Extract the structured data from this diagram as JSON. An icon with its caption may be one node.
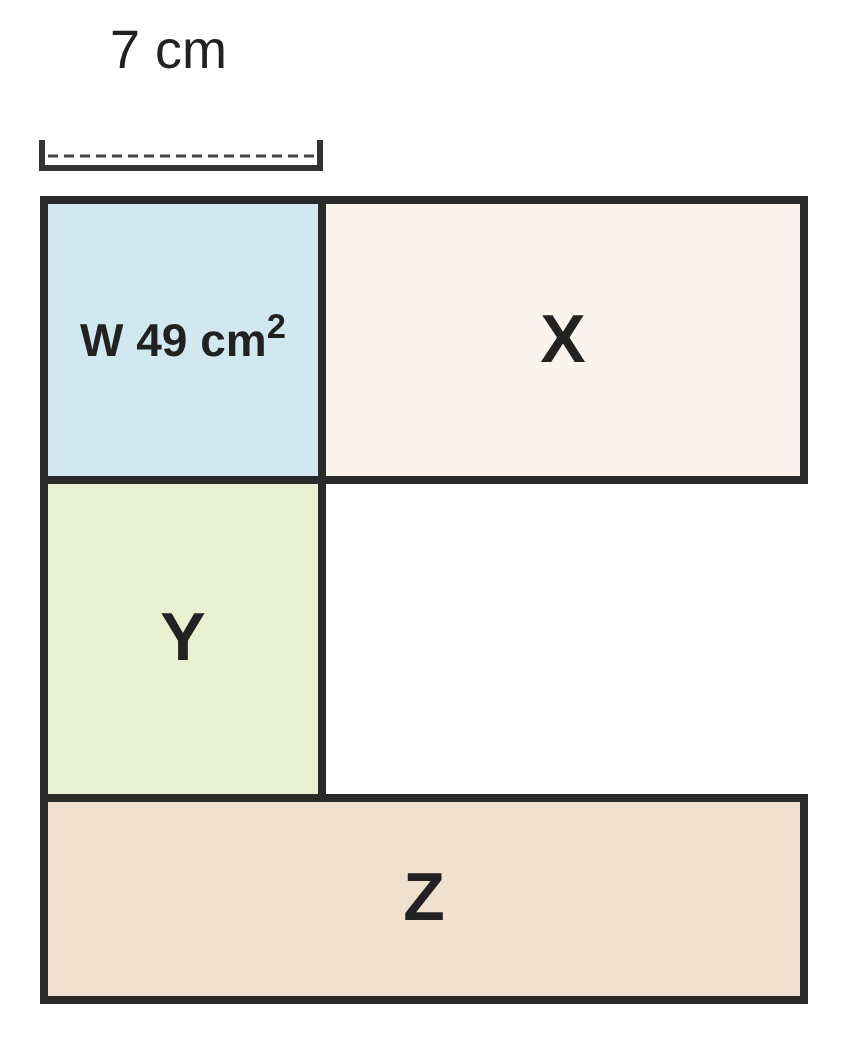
{
  "diagram": {
    "nodes": [
      {
        "text": [
          "W 49 cm$^{2}$"
        ]
      },
      {
        "text": [
          "X"
        ]
      },
      {
        "text": [
          "Y"
        ]
      },
      {
        "text": [
          "Z"
        ]
      }
    ],
    "labels": [
      "7 cm"
    ]
  }
}
